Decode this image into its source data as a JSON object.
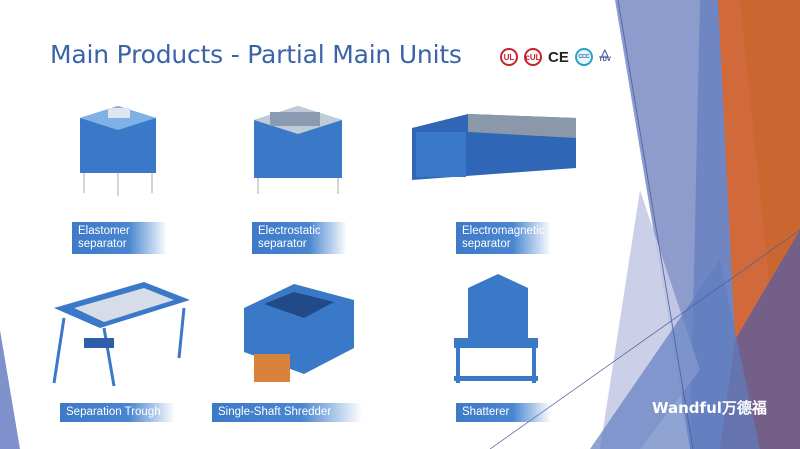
{
  "title": "Main Products - Partial Main Units",
  "certifications": [
    "UL",
    "cUL",
    "CE",
    "CCC",
    "TÜV"
  ],
  "products": [
    {
      "label": "Elastomer separator"
    },
    {
      "label": "Electrostatic separator"
    },
    {
      "label": "Electromagnetic separator"
    },
    {
      "label": "Separation Trough"
    },
    {
      "label": "Single-Shaft Shredder"
    },
    {
      "label": "Shatterer"
    }
  ],
  "brand": "Wandful万德福",
  "colors": {
    "accent": "#3b63a8",
    "orange": "#d2693a",
    "machine": "#3a78c8"
  }
}
